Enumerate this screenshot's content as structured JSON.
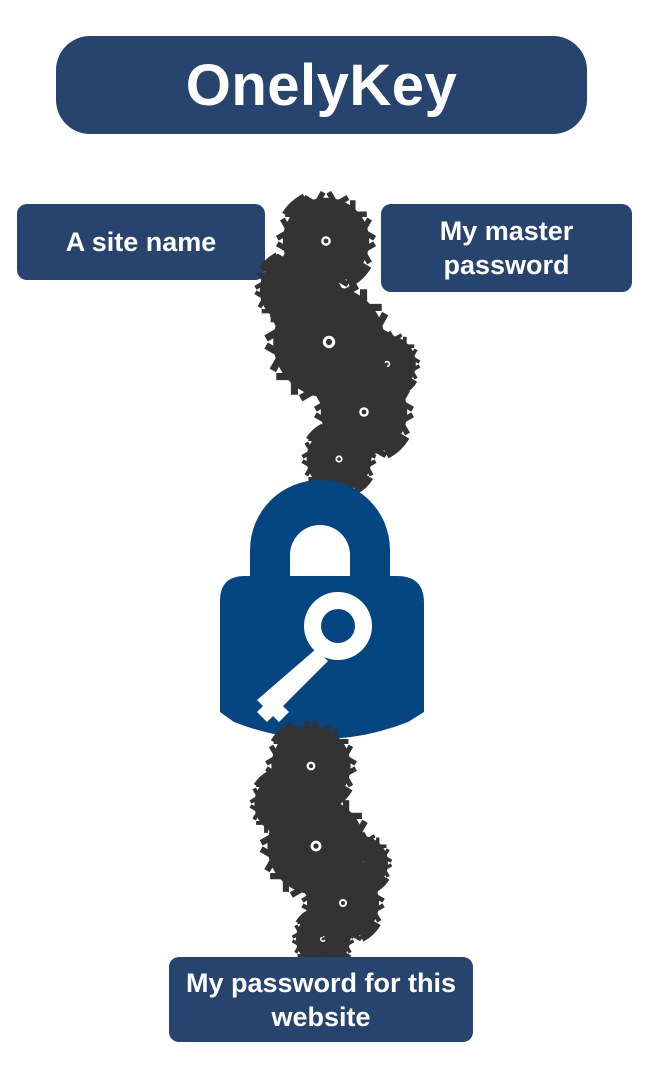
{
  "title": "OnelyKey",
  "inputs": {
    "site_name": "A site name",
    "master_password": "My master password"
  },
  "output": {
    "label": "My password for this website"
  },
  "colors": {
    "box_background": "#27446f",
    "lock": "#044582",
    "gear_stroke": "#333333",
    "text": "#ffffff"
  },
  "icons": [
    "gear-icon",
    "padlock-key-icon"
  ]
}
